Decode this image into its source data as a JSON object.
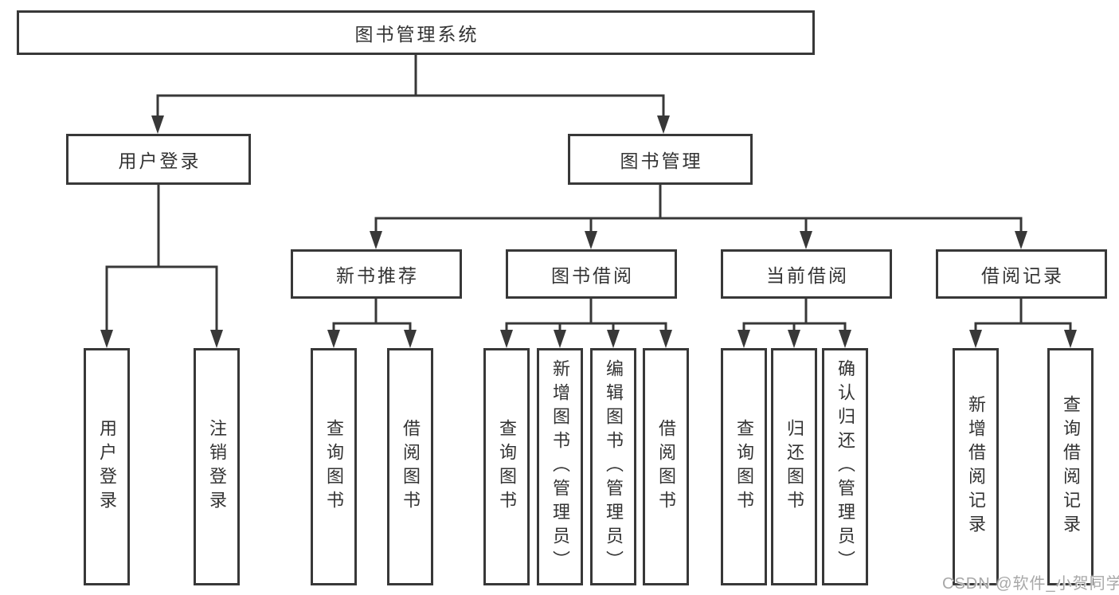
{
  "colors": {
    "line": "#383838",
    "text": "#333333",
    "watermark": "#a8a8a8",
    "background": "#ffffff"
  },
  "root": {
    "label": "图书管理系统"
  },
  "level2": {
    "user_login": "用户登录",
    "book_management": "图书管理"
  },
  "level3": {
    "new_book_recommend": "新书推荐",
    "book_borrow": "图书借阅",
    "current_borrow": "当前借阅",
    "borrow_record": "借阅记录"
  },
  "leaves": {
    "user_login": "用户登录",
    "logout": "注销登录",
    "recommend_query_book": "查询图书",
    "recommend_borrow_book": "借阅图书",
    "borrow_query_book": "查询图书",
    "borrow_add_book": "新增图书（管理员）",
    "borrow_edit_book": "编辑图书（管理员）",
    "borrow_borrow_book": "借阅图书",
    "current_query_book": "查询图书",
    "current_return_book": "归还图书",
    "current_confirm_return": "确认归还（管理员）",
    "record_add": "新增借阅记录",
    "record_query": "查询借阅记录"
  },
  "watermark": {
    "text": "CSDN @软件_小贺同学"
  }
}
